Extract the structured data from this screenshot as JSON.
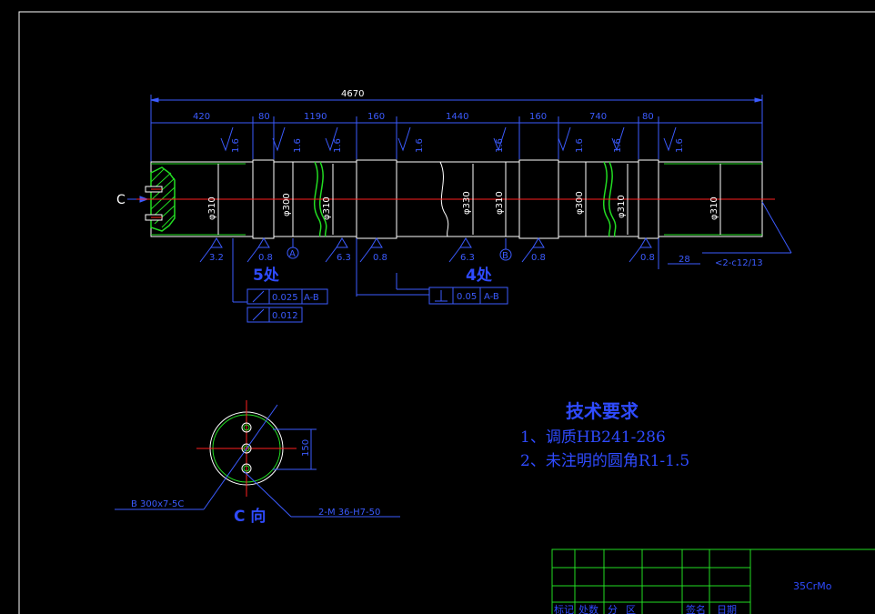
{
  "drawing": {
    "overall_length": "4670",
    "segment_dims": [
      "420",
      "80",
      "1190",
      "160",
      "1440",
      "160",
      "740",
      "80"
    ],
    "roughness": [
      "1.6",
      "1.6",
      "1.6",
      "1.6",
      "1.6",
      "1.6",
      "1.6",
      "1.6"
    ],
    "diameters": [
      "φ310",
      "φ300",
      "φ310",
      "φ330",
      "φ310",
      "φ300",
      "φ310",
      "φ310"
    ],
    "bottom_roughness": [
      "3.2",
      "0.8",
      "6.3",
      "0.8",
      "6.3",
      "0.8",
      "0.8"
    ],
    "datum_a": "A",
    "datum_b": "B",
    "side_view_label": "C",
    "chamfer_dim": "28",
    "chamfer_note": "<2-c12/13",
    "count_5": "5处",
    "count_4": "4处",
    "tol_runout_value": "0.025",
    "tol_runout_ref": "A-B",
    "tol_cyl_value": "0.012",
    "tol_perp_value": "0.05",
    "tol_perp_ref": "A-B",
    "section_dim": "150",
    "section_label": "C 向",
    "section_note_left": "B 300x7-5C",
    "section_note_right": "2-M 36-H7-50"
  },
  "tech": {
    "title": "技术要求",
    "items": [
      "1、调质HB241-286",
      "2、未注明的圆角R1-1.5"
    ]
  },
  "title_block": {
    "material": "35CrMo",
    "headers": [
      "标记",
      "处数",
      "分",
      "区",
      "签名",
      "日期"
    ]
  },
  "colors": {
    "outline": "#ffffff",
    "dimension": "#2f4bff",
    "centerline": "#ff2020",
    "hatch": "#22dd22",
    "break": "#22dd22",
    "frame": "#22dd22"
  }
}
